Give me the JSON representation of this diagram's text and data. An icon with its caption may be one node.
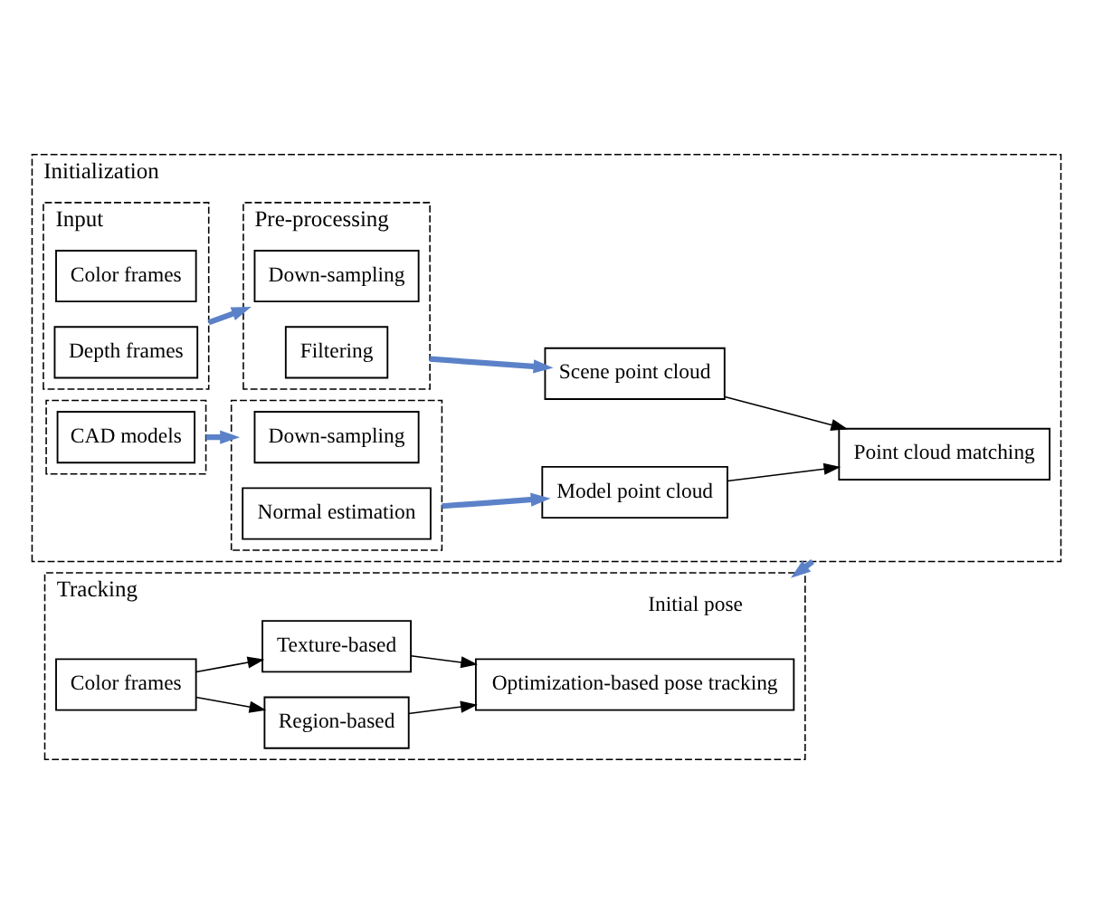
{
  "diagram": {
    "nodes": [
      {
        "text": [
          "Initialization"
        ]
      },
      {
        "text": [
          "Input"
        ],
        "in": 0
      },
      {
        "text": [
          "Color frames"
        ],
        "in": 1
      },
      {
        "text": [
          "Depth frames"
        ],
        "in": 1
      },
      {
        "text": [
          "Pre-processing"
        ],
        "in": 0
      },
      {
        "text": [
          "Down-sampling"
        ],
        "in": 4
      },
      {
        "text": [
          "Filtering"
        ],
        "in": 4
      },
      {
        "text": [
          "Scene point cloud"
        ],
        "in": 0
      },
      {
        "text": [],
        "shape": "box",
        "in": 0
      },
      {
        "text": [
          "CAD models"
        ],
        "in": 8
      },
      {
        "text": [],
        "shape": "box",
        "in": 0
      },
      {
        "text": [
          "Down-sampling"
        ],
        "in": 10
      },
      {
        "text": [
          "Normal estimation"
        ],
        "in": 10
      },
      {
        "text": [
          "Model point cloud"
        ],
        "in": 0
      },
      {
        "text": [
          "Point cloud matching"
        ],
        "in": 0
      },
      {
        "text": [
          "Tracking"
        ]
      },
      {
        "text": [
          "Color frames"
        ],
        "in": 15
      },
      {
        "text": [
          "Region-based"
        ],
        "in": 15
      },
      {
        "text": [
          "Texture-based"
        ],
        "in": 15
      },
      {
        "text": [
          "Optimization-based pose tracking"
        ],
        "in": 15
      }
    ],
    "edges": [
      {
        "from": 1,
        "to": 4,
        "arrow": "to",
        "style": "thick",
        "color": "#5b82c8"
      },
      {
        "from": 4,
        "to": 7,
        "arrow": "to",
        "style": "thick",
        "color": "#5b82c8"
      },
      {
        "from": 8,
        "to": 10,
        "arrow": "to",
        "style": "thick",
        "color": "#5b82c8"
      },
      {
        "from": 10,
        "to": 13,
        "arrow": "to",
        "style": "thick",
        "color": "#5b82c8"
      },
      {
        "from": 7,
        "to": 14,
        "arrow": "to"
      },
      {
        "from": 13,
        "to": 14,
        "arrow": "to"
      },
      {
        "from": 0,
        "to": 15,
        "arrow": "to",
        "label": "Initial pose",
        "style": "thick",
        "color": "#5b82c8"
      },
      {
        "from": 16,
        "to": 17,
        "arrow": "to"
      },
      {
        "from": 16,
        "to": 18,
        "arrow": "to"
      },
      {
        "from": 17,
        "to": 19,
        "arrow": "to"
      },
      {
        "from": 18,
        "to": 19,
        "arrow": "to"
      }
    ]
  }
}
